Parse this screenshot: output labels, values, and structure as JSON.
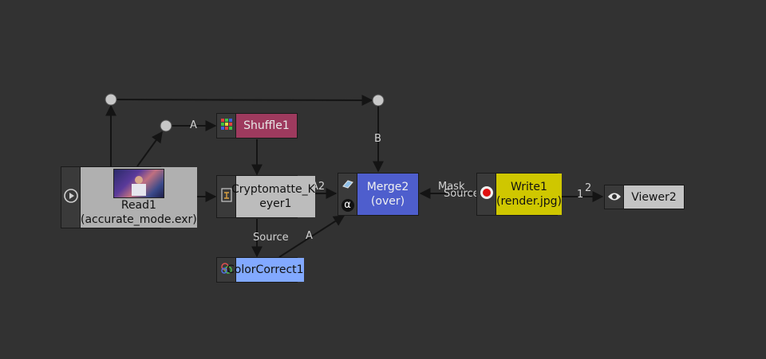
{
  "colors": {
    "background": "#323232",
    "edge": "#141414",
    "dot": "#c8c8c8",
    "shuffle": "#9e3a5e",
    "crypto": "#bcbcbc",
    "merge": "#4e5ecd",
    "colorcorrect": "#82a9ff",
    "write": "#cfc700",
    "read": "#b0b0b0",
    "viewer": "#c4c4c4"
  },
  "nodes": {
    "read": {
      "title": "Read1",
      "subtitle": "(accurate_mode.exr)",
      "icon": "play-icon"
    },
    "shuffle": {
      "title": "Shuffle1",
      "icon": "shuffle-grid-icon"
    },
    "crypto": {
      "line1": "Cryptomatte_K",
      "line2": "eyer1",
      "icon": "cryptomatte-icon"
    },
    "merge": {
      "title": "Merge2",
      "subtitle": "(over)",
      "icon_top": "eraser-icon",
      "icon_bottom": "alpha-icon",
      "alpha_glyph": "α"
    },
    "colorcorrect": {
      "title": "ColorCorrect1",
      "icon": "color-wheel-icon"
    },
    "write": {
      "title": "Write1",
      "subtitle": "(render.jpg)",
      "icon": "record-icon"
    },
    "viewer": {
      "title": "Viewer2",
      "icon": "eye-icon"
    }
  },
  "edge_labels": {
    "shuffle_a": "A",
    "merge_b": "B",
    "merge_a2": "A2",
    "mask": "Mask",
    "write_source": "Source",
    "crypto_source": "Source",
    "cc_a": "A",
    "viewer_1": "1",
    "viewer_2": "2"
  }
}
